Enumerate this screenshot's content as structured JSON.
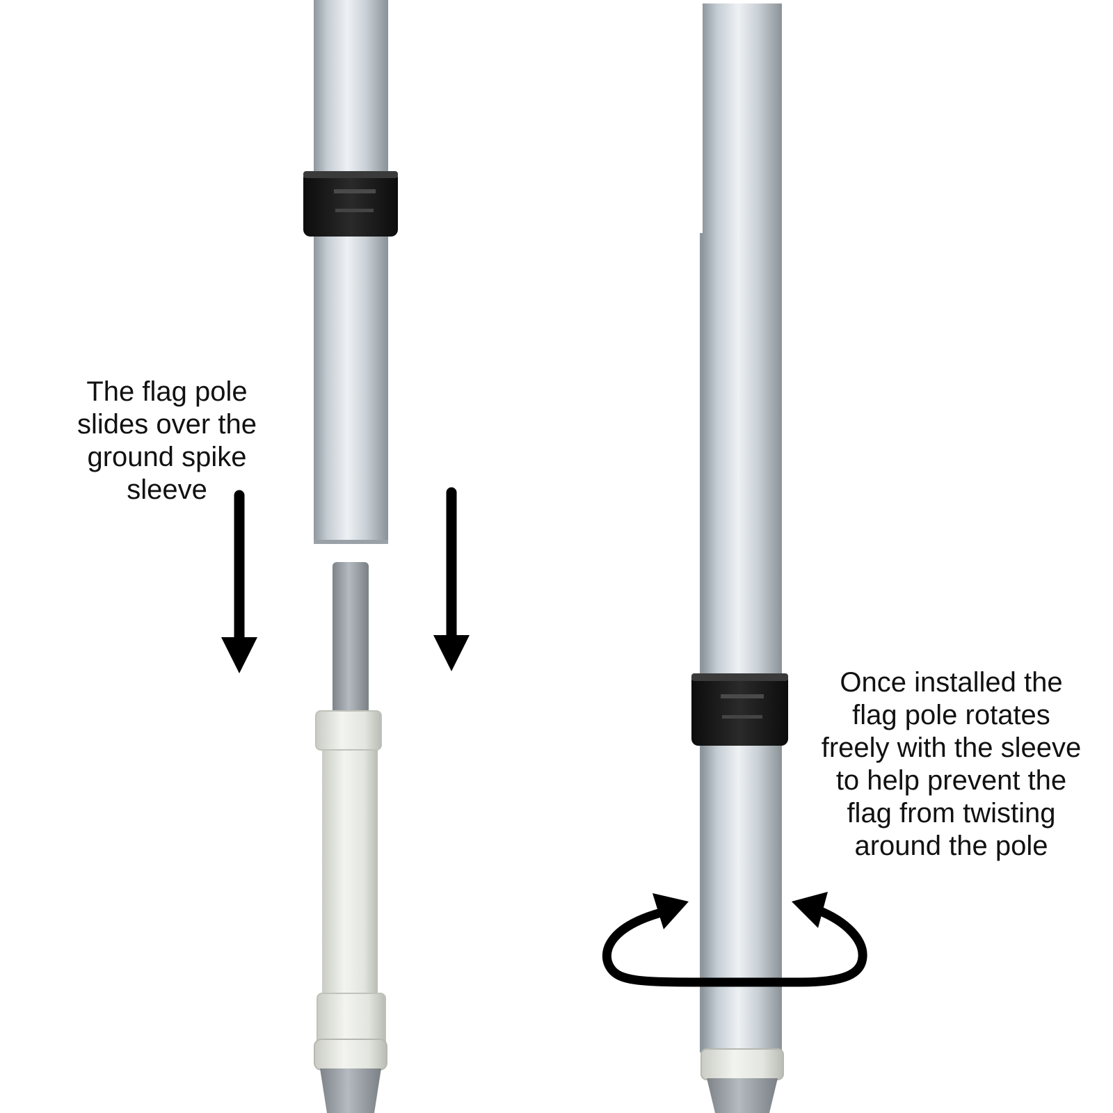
{
  "left_caption": {
    "lines": [
      "The flag pole",
      "slides over the",
      "ground spike",
      "sleeve"
    ]
  },
  "right_caption": {
    "lines": [
      "Once installed the",
      "flag pole rotates",
      "freely with the sleeve",
      "to help prevent the",
      "flag from twisting",
      "around the pole"
    ]
  },
  "colors": {
    "background": "#ffffff",
    "text": "#111111",
    "pole_aluminum": "#c4ccd3",
    "sleeve_white": "#e6e8e2",
    "spike_gray": "#9da3a8",
    "clip_black": "#151515",
    "arrow": "#000000"
  }
}
